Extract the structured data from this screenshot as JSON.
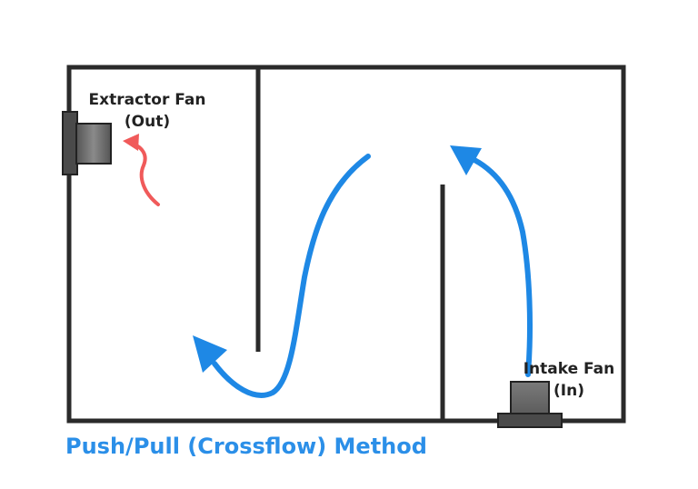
{
  "labels": {
    "extractor_line1": "Extractor Fan",
    "extractor_line2": "(Out)",
    "intake_line1": "Intake Fan",
    "intake_line2": "(In)"
  },
  "caption": "Push/Pull (Crossflow) Method",
  "colors": {
    "enclosure": "#2a2a2a",
    "fan": "#4a4a4a",
    "airflow": "#1e88e5",
    "exhaust": "#f05a5a",
    "caption": "#2b8fe8"
  },
  "icons": {
    "extractor": "fan-icon",
    "intake": "fan-icon"
  }
}
